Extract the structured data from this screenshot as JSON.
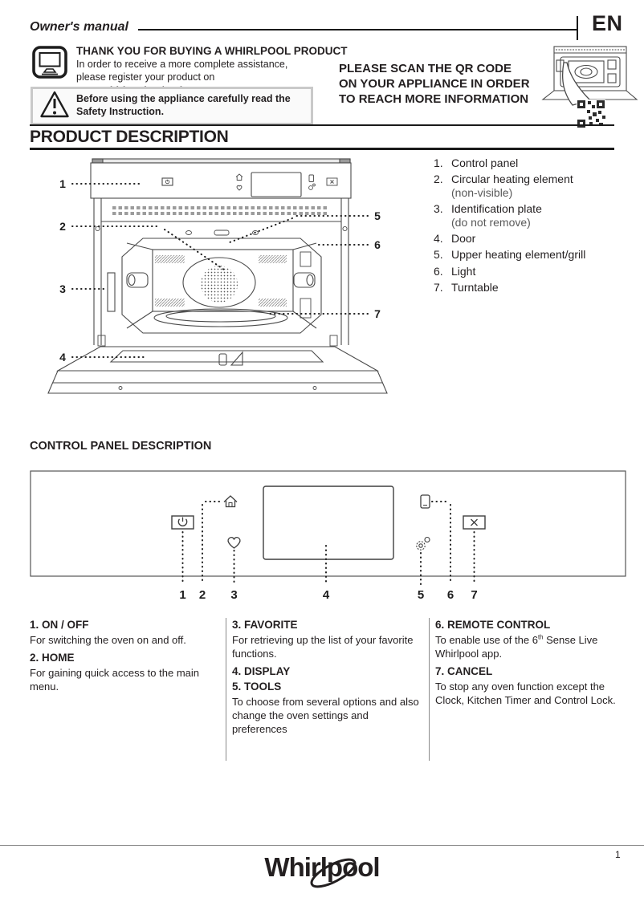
{
  "header": {
    "doc_title": "Owner's manual",
    "language": "EN"
  },
  "intro": {
    "thanks_title": "THANK YOU FOR BUYING A WHIRLPOOL PRODUCT",
    "register_text": "In order to receive a more complete assistance, please register your product on ",
    "register_url": "www.whirlpool.eu/register",
    "safety_notice": "Before using the appliance carefully read the Safety Instruction.",
    "qr_notice": "PLEASE SCAN THE QR CODE ON YOUR APPLIANCE IN ORDER TO REACH MORE INFORMATION"
  },
  "product_description": {
    "title": "PRODUCT DESCRIPTION",
    "callouts": [
      "1",
      "2",
      "3",
      "4",
      "5",
      "6",
      "7"
    ],
    "items": [
      {
        "num": "1.",
        "label": "Control panel"
      },
      {
        "num": "2.",
        "label": "Circular heating element",
        "note": "(non-visible)"
      },
      {
        "num": "3.",
        "label": "Identification plate",
        "note": "(do not remove)"
      },
      {
        "num": "4.",
        "label": "Door"
      },
      {
        "num": "5.",
        "label": "Upper heating element/grill"
      },
      {
        "num": "6.",
        "label": "Light"
      },
      {
        "num": "7.",
        "label": "Turntable"
      }
    ]
  },
  "control_panel": {
    "title": "CONTROL PANEL DESCRIPTION",
    "callouts": [
      "1",
      "2",
      "3",
      "4",
      "5",
      "6",
      "7"
    ],
    "icons": {
      "register": "computer-monitor-icon",
      "warning": "warning-triangle-icon",
      "qr": "qr-code",
      "power": "power-icon",
      "home": "home-icon",
      "favorite": "heart-icon",
      "display": "display-screen",
      "tools": "gears-icon",
      "remote": "smartphone-icon",
      "cancel": "x-icon"
    },
    "functions": [
      {
        "heading": "1. ON / OFF",
        "body": "For switching the oven on and off."
      },
      {
        "heading": "2. HOME",
        "body": "For gaining quick access to the main menu."
      },
      {
        "heading": "3. FAVORITE",
        "body": "For retrieving up the list of your favorite functions."
      },
      {
        "heading": "4. DISPLAY",
        "body": ""
      },
      {
        "heading": "5. TOOLS",
        "body": "To choose from several options and also change the oven settings and preferences"
      },
      {
        "heading": "6. REMOTE CONTROL",
        "body_pre_sup": "To enable use of the 6",
        "sup": "th",
        "body_post_sup": " Sense Live Whirlpool app."
      },
      {
        "heading": "7. CANCEL",
        "body": "To stop any oven function except the Clock, Kitchen Timer and Control Lock."
      }
    ]
  },
  "footer": {
    "brand": "Whirlpool",
    "page_number": "1"
  },
  "colors": {
    "text": "#231f20",
    "rule": "#1a1a1a",
    "box_border": "#c9c9c9",
    "box_bg": "#fafafa",
    "diagram_line": "#4a4a4a"
  }
}
